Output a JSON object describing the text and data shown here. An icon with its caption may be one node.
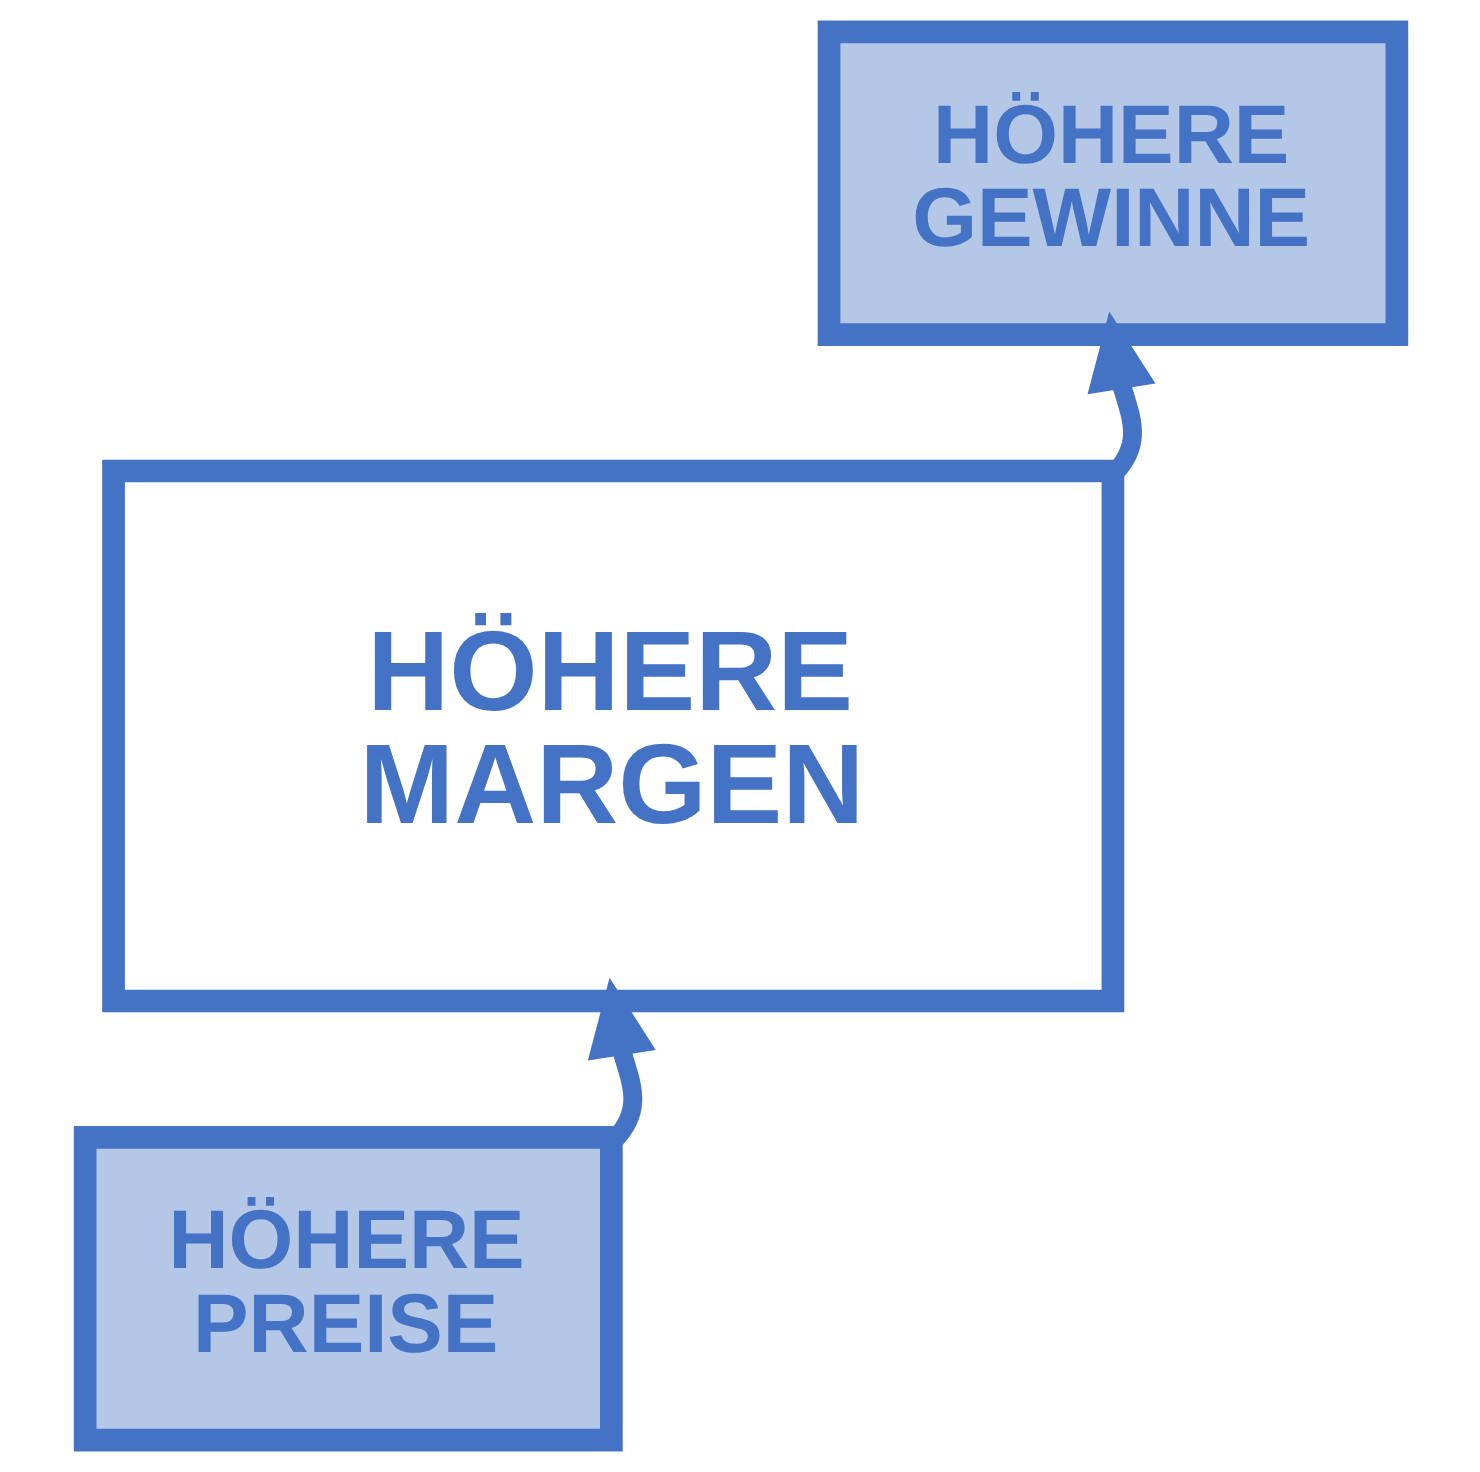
{
  "diagram": {
    "nodes": [
      {
        "text": [
          "HÖHERE PREISE"
        ]
      },
      {
        "text": [
          "HÖHERE MARGEN"
        ]
      },
      {
        "text": [
          "HÖHERE GEWINNE"
        ]
      }
    ],
    "edges": [
      {
        "from": 0,
        "to": 1,
        "arrow": "to"
      },
      {
        "from": 1,
        "to": 2,
        "arrow": "to"
      }
    ]
  }
}
